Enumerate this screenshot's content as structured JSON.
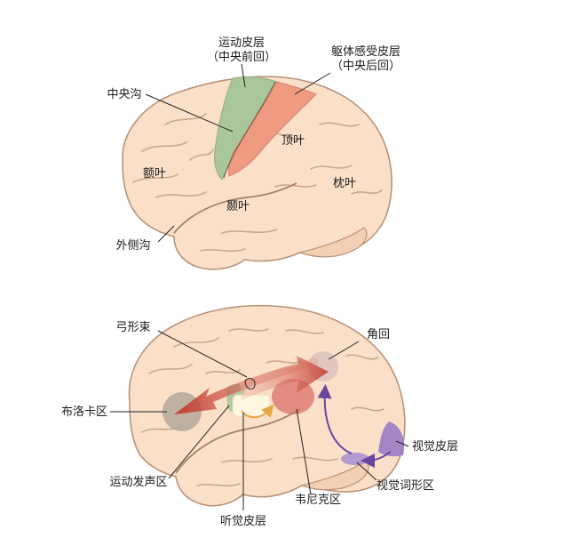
{
  "colors": {
    "brain_fill": "#fbe0c9",
    "brain_stroke": "#b89278",
    "motor_cortex": "#a9c79a",
    "somatosensory_cortex": "#ee9b82",
    "broca_area": "#b3a89a",
    "auditory_cortex": "#fff6e2",
    "wernicke_area": "#d9706a",
    "angular_gyrus": "#dcc1bd",
    "visual_cortex": "#9b7cc4",
    "visual_word_form_area": "#a993d2",
    "arcuate_arrow": "#c9574a",
    "visual_path_arrow": "#6a45a0",
    "auditory_path_arrow": "#e6a745"
  },
  "top_diagram": {
    "motor_cortex_label": "运动皮层",
    "motor_cortex_sublabel": "（中央前回）",
    "somatosensory_label": "躯体感受皮层",
    "somatosensory_sublabel": "（中央后回）",
    "central_sulcus_label": "中央沟",
    "parietal_lobe_label": "顶叶",
    "frontal_lobe_label": "额叶",
    "occipital_lobe_label": "枕叶",
    "temporal_lobe_label": "颞叶",
    "lateral_sulcus_label": "外侧沟"
  },
  "bottom_diagram": {
    "arcuate_fasciculus_label": "弓形束",
    "angular_gyrus_label": "角回",
    "broca_area_label": "布洛卡区",
    "visual_cortex_label": "视觉皮层",
    "motor_speech_area_label": "运动发声区",
    "visual_word_form_area_label": "视觉词形区",
    "wernicke_area_label": "韦尼克区",
    "auditory_cortex_label": "听觉皮层"
  }
}
